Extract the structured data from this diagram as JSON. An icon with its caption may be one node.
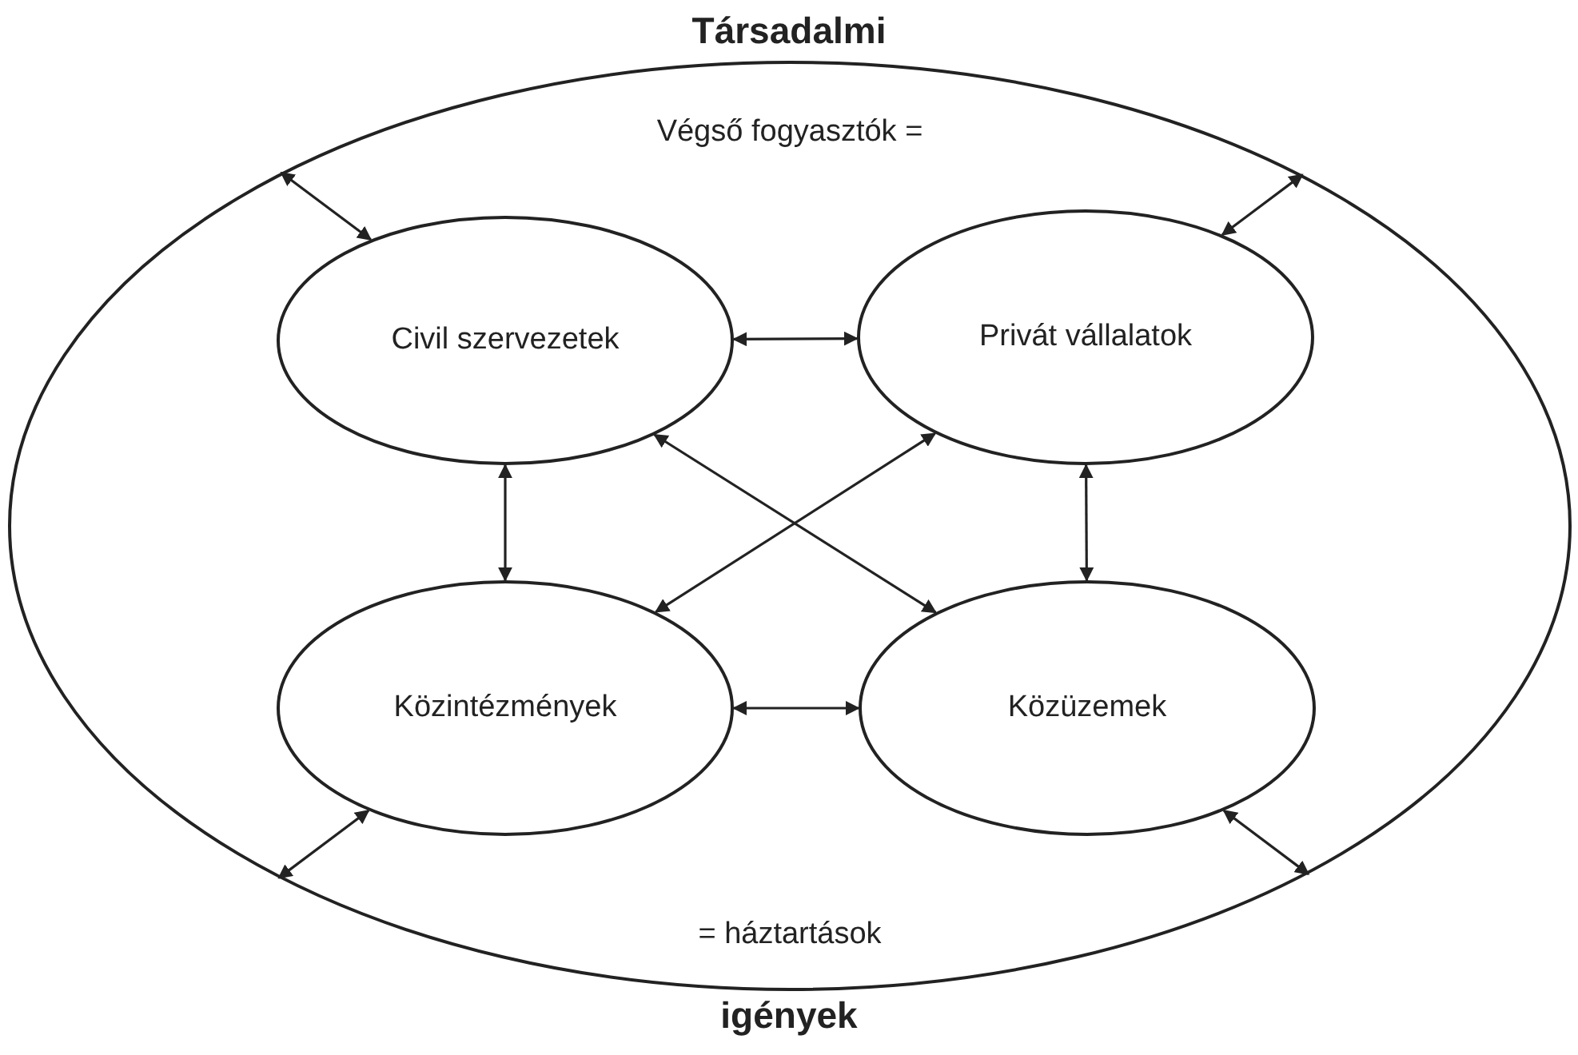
{
  "diagram": {
    "title": "Társadalmi",
    "caption": "igények",
    "nodes": [
      {
        "text": [
          "Végső fogyasztók =",
          "= háztartások"
        ]
      },
      {
        "text": [
          "Civil szervezetek"
        ],
        "in": 0
      },
      {
        "text": [
          "Privát vállalatok"
        ],
        "in": 0
      },
      {
        "text": [
          "Közintézmények"
        ],
        "in": 0
      },
      {
        "text": [
          "Közüzemek"
        ],
        "in": 0
      }
    ],
    "edges": [
      {
        "from": 0,
        "to": 1,
        "arrow": "both"
      },
      {
        "from": 0,
        "to": 2,
        "arrow": "both"
      },
      {
        "from": 1,
        "to": 2,
        "arrow": "both"
      },
      {
        "from": 1,
        "to": 3,
        "arrow": "both"
      },
      {
        "from": 2,
        "to": 4,
        "arrow": "both"
      },
      {
        "from": 1,
        "to": 4,
        "arrow": "both"
      },
      {
        "from": 2,
        "to": 3,
        "arrow": "both"
      },
      {
        "from": 3,
        "to": 4,
        "arrow": "both"
      },
      {
        "from": 0,
        "to": 3,
        "arrow": "both"
      },
      {
        "from": 0,
        "to": 4,
        "arrow": "both"
      }
    ]
  }
}
